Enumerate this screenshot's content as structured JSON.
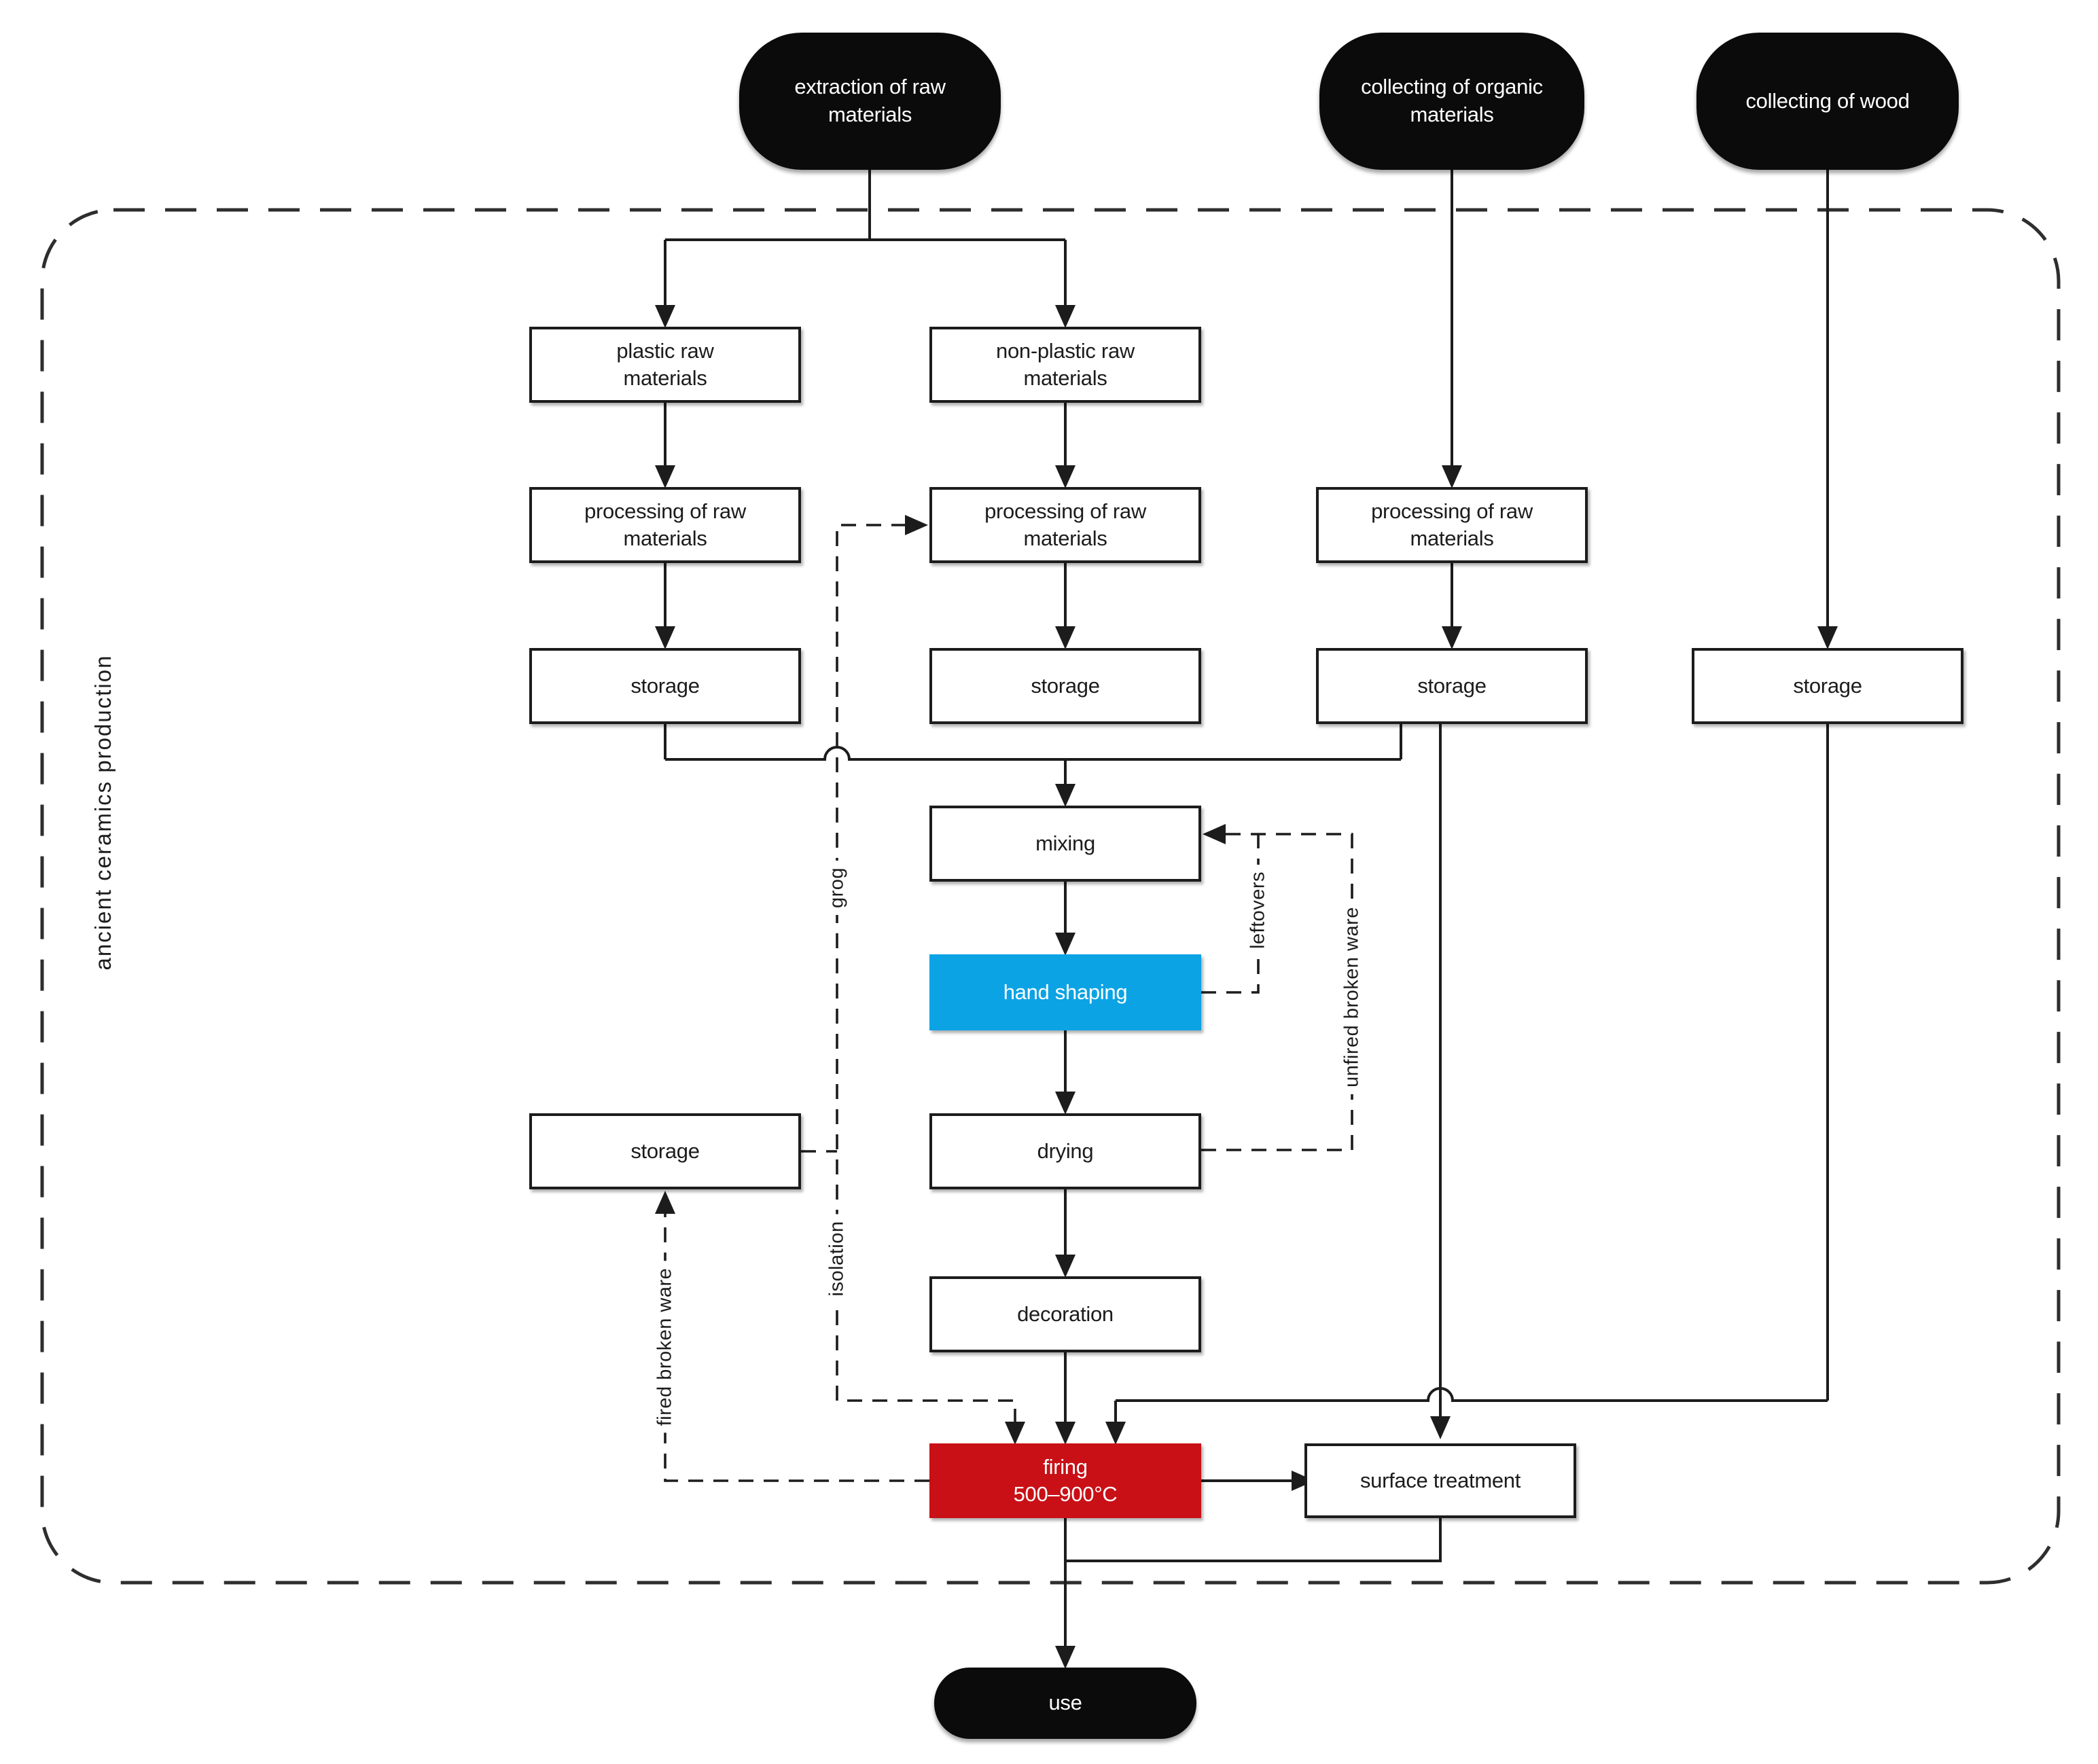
{
  "region": {
    "label": "ancient ceramics production"
  },
  "nodes": {
    "extraction": {
      "line1": "extraction of raw",
      "line2": "materials"
    },
    "organic": {
      "line1": "collecting of organic",
      "line2": "materials"
    },
    "wood": {
      "line1": "collecting of wood"
    },
    "plastic": {
      "line1": "plastic raw",
      "line2": "materials"
    },
    "nonplastic": {
      "line1": "non-plastic raw",
      "line2": "materials"
    },
    "processing1": {
      "line1": "processing of raw",
      "line2": "materials"
    },
    "processing2": {
      "line1": "processing of raw",
      "line2": "materials"
    },
    "processing3": {
      "line1": "processing of raw",
      "line2": "materials"
    },
    "storage1": {
      "line1": "storage"
    },
    "storage2": {
      "line1": "storage"
    },
    "storage3": {
      "line1": "storage"
    },
    "storage4": {
      "line1": "storage"
    },
    "storage5": {
      "line1": "storage"
    },
    "mixing": {
      "line1": "mixing"
    },
    "hand_shaping": {
      "line1": "hand shaping"
    },
    "drying": {
      "line1": "drying"
    },
    "decoration": {
      "line1": "decoration"
    },
    "firing": {
      "line1": "firing",
      "line2": "500–900°C"
    },
    "surface_treatment": {
      "line1": "surface treatment"
    },
    "use": {
      "line1": "use"
    }
  },
  "flow_labels": {
    "grog": "grog",
    "leftovers": "leftovers",
    "unfired_broken_ware": "unfired broken ware",
    "isolation": "isolation",
    "fired_broken_ware": "fired broken ware"
  },
  "colors": {
    "hand_shaping_fill": "#0ca3e4",
    "firing_fill": "#c81016",
    "terminal_fill": "#0b0b0b",
    "node_outline": "#1c1c1c",
    "line": "#1c1c1c"
  }
}
